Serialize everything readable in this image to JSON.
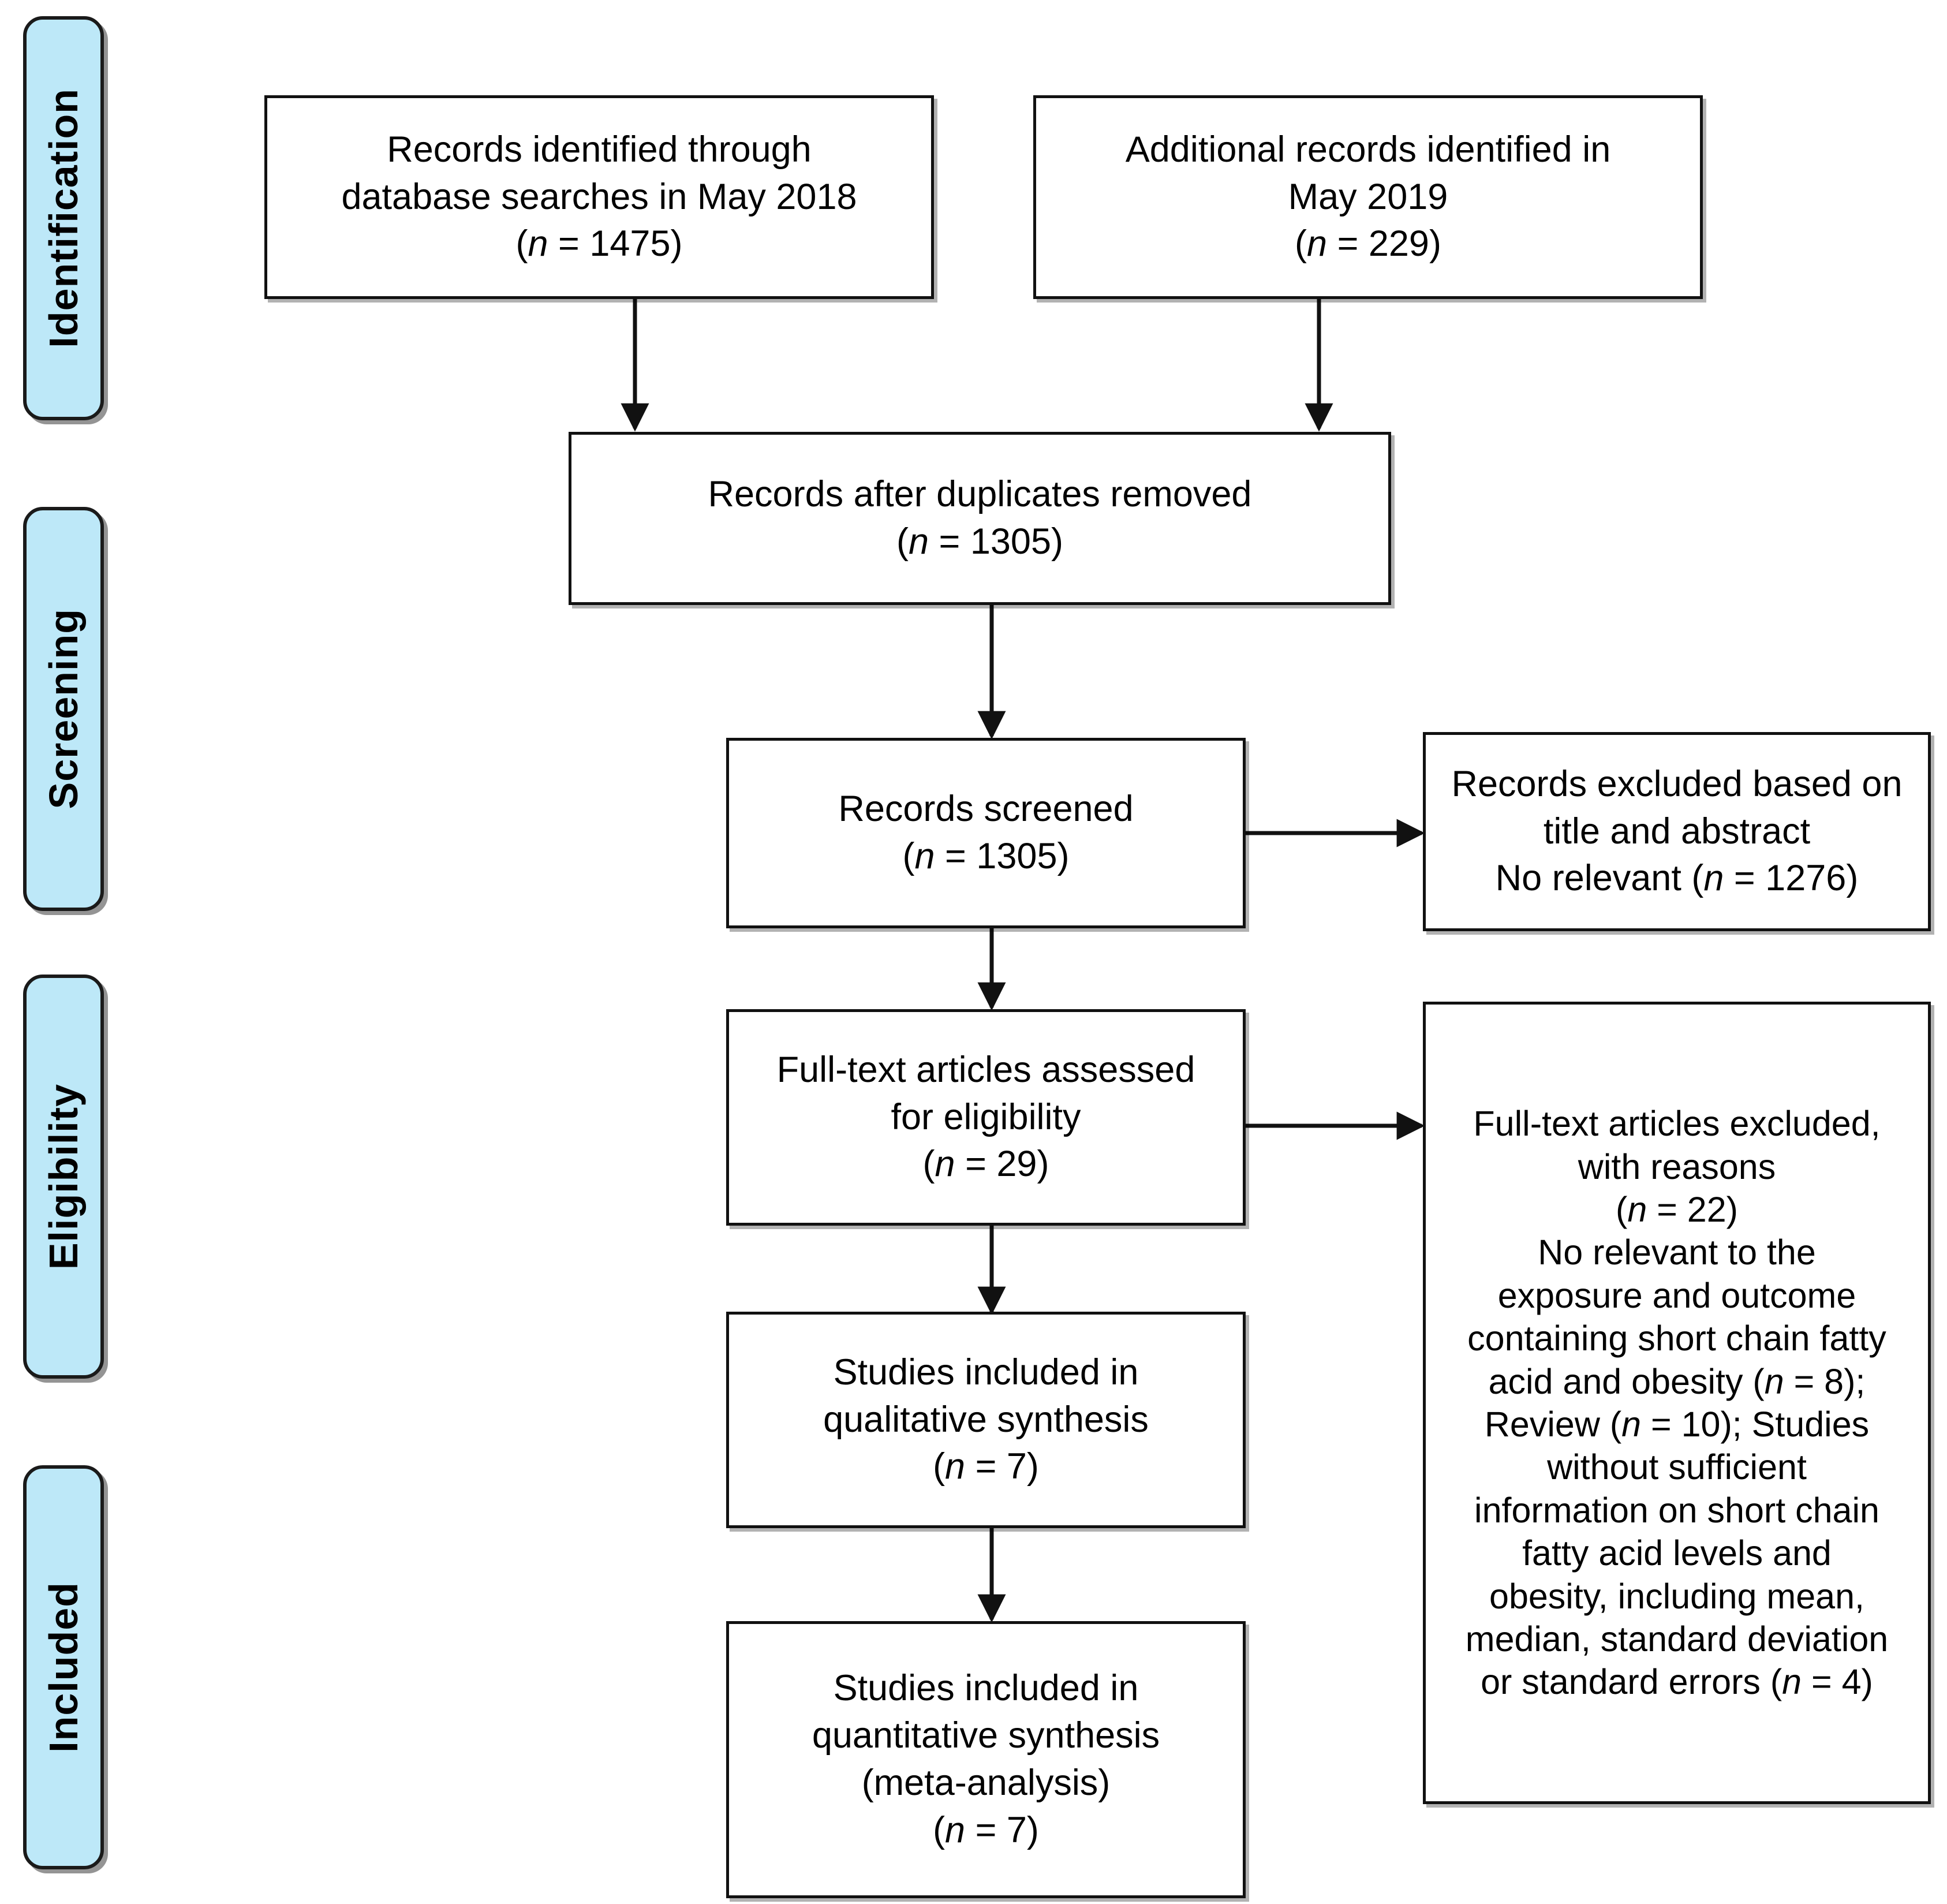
{
  "diagram": {
    "type": "PRISMA flow diagram",
    "stages": [
      {
        "id": "identification",
        "label": "Identification"
      },
      {
        "id": "screening",
        "label": "Screening"
      },
      {
        "id": "eligibility",
        "label": "Eligibility"
      },
      {
        "id": "included",
        "label": "Included"
      }
    ],
    "boxes": {
      "db_search": {
        "text": "Records identified through\ndatabase searches in May 2018\n(n = 1475)",
        "count_label": "n = 1475",
        "count": 1475
      },
      "additional_records": {
        "text": "Additional records identified in\nMay 2019\n(n = 229)",
        "count_label": "n = 229",
        "count": 229
      },
      "after_duplicates": {
        "text": "Records after duplicates removed\n(n = 1305)",
        "count_label": "n = 1305",
        "count": 1305
      },
      "records_screened": {
        "text": "Records screened\n(n = 1305)",
        "count_label": "n = 1305",
        "count": 1305
      },
      "records_excluded": {
        "text": "Records excluded based on\ntitle and abstract\nNo relevant (n = 1276)",
        "count_label": "n = 1276",
        "count": 1276
      },
      "fulltext_assessed": {
        "text": "Full-text articles assessed\nfor eligibility\n(n = 29)",
        "count_label": "n = 29",
        "count": 29
      },
      "fulltext_excluded": {
        "text": "Full-text articles excluded,\nwith reasons\n(n = 22)\nNo relevant to the\nexposure and outcome\ncontaining short chain fatty\nacid and obesity (n = 8);\nReview (n = 10); Studies\nwithout sufficient\ninformation on short chain\nfatty acid levels and\nobesity, including mean,\nmedian, standard deviation\nor standard errors (n = 4)",
        "count_label": "n = 22",
        "count": 22,
        "reasons": [
          {
            "reason": "No relevant to the exposure and outcome containing short chain fatty acid and obesity",
            "count": 8
          },
          {
            "reason": "Review",
            "count": 10
          },
          {
            "reason": "Studies without sufficient information on short chain fatty acid levels and obesity, including mean, median, standard deviation or standard errors",
            "count": 4
          }
        ]
      },
      "qualitative": {
        "text": "Studies included in\nqualitative synthesis\n(n = 7)",
        "count_label": "n = 7",
        "count": 7
      },
      "quantitative": {
        "text": "Studies included in\nquantitative synthesis\n(meta-analysis)\n(n = 7)",
        "count_label": "n = 7",
        "count": 7
      }
    },
    "colors": {
      "stage_fill": "#bde8f8",
      "stroke": "#111111",
      "background": "#ffffff"
    }
  }
}
